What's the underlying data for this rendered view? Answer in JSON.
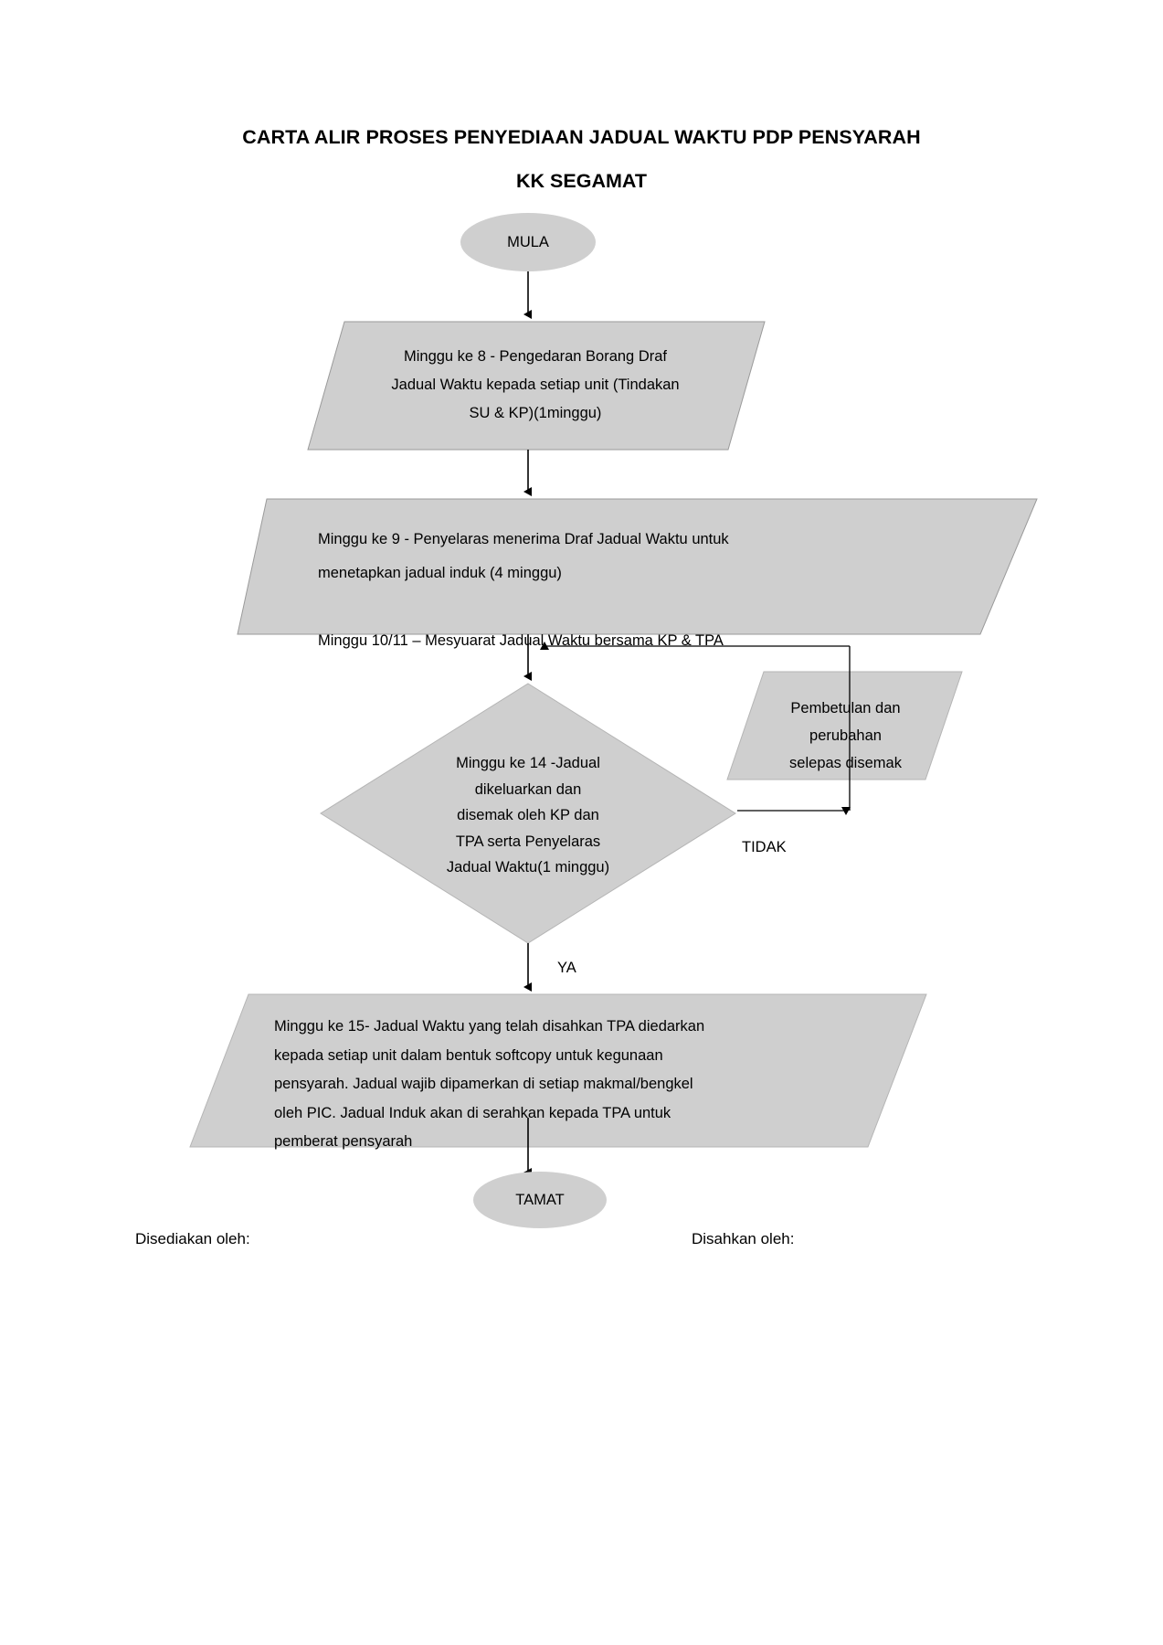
{
  "document": {
    "title_line1": "CARTA ALIR PROSES PENYEDIAAN JADUAL WAKTU PDP PENSYARAH",
    "title_line2": "KK SEGAMAT"
  },
  "colors": {
    "shape_fill": "#cfcfcf",
    "shape_stroke": "#9a9a9a",
    "connector": "#000000",
    "text": "#000000",
    "background": "#ffffff"
  },
  "flowchart": {
    "type": "flowchart",
    "nodes": [
      {
        "id": "start",
        "shape": "terminator-oval",
        "label": "MULA"
      },
      {
        "id": "step1",
        "shape": "parallelogram",
        "label": "Minggu ke 8 - Pengedaran Borang Draf\nJadual Waktu kepada setiap unit (Tindakan\nSU & KP)(1minggu)"
      },
      {
        "id": "step2",
        "shape": "parallelogram",
        "label": "Minggu ke 9 - Penyelaras menerima Draf Jadual Waktu untuk\nmenetapkan jadual induk (4 minggu)\n\nMinggu 10/11 – Mesyuarat Jadual Waktu bersama KP & TPA"
      },
      {
        "id": "decision",
        "shape": "diamond",
        "label": "Minggu ke 14 -Jadual\ndikeluarkan dan\ndisemak oleh KP dan\nTPA serta Penyelaras\nJadual Waktu(1 minggu)"
      },
      {
        "id": "rework",
        "shape": "parallelogram",
        "label": "Pembetulan dan\nperubahan\nselepas disemak"
      },
      {
        "id": "step4",
        "shape": "parallelogram",
        "label": "Minggu ke 15-   Jadual Waktu yang telah disahkan TPA diedarkan\nkepada setiap unit dalam bentuk softcopy  untuk kegunaan\npensyarah. Jadual wajib dipamerkan di setiap makmal/bengkel\noleh PIC. Jadual Induk akan di serahkan kepada TPA untuk\npemberat pensyarah"
      },
      {
        "id": "end",
        "shape": "terminator-oval",
        "label": "TAMAT"
      }
    ],
    "edge_labels": {
      "no": "TIDAK",
      "yes": "YA"
    }
  },
  "footer": {
    "prepared_by": "Disediakan oleh:",
    "approved_by": "Disahkan oleh:"
  }
}
